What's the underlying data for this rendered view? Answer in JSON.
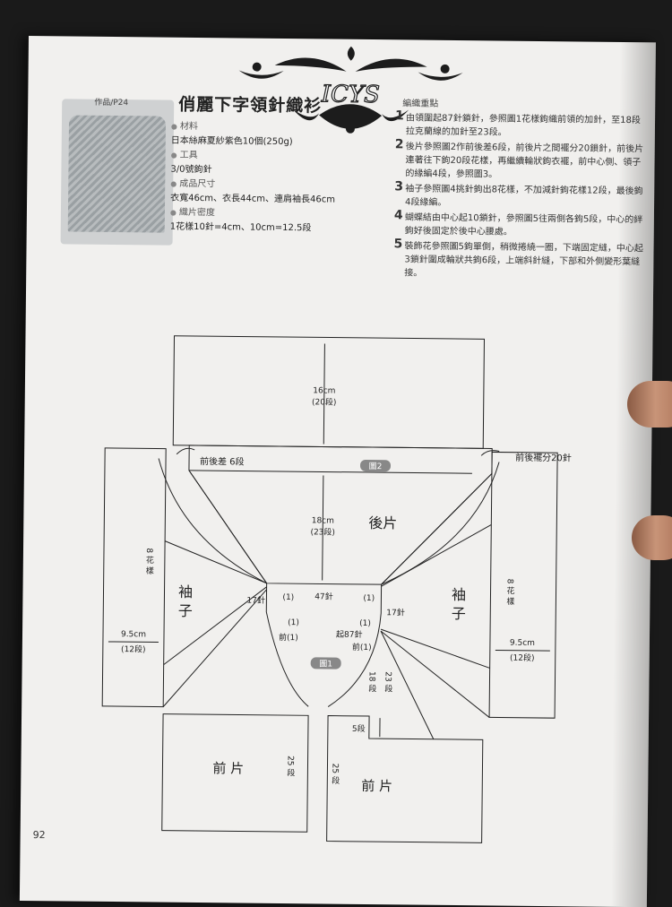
{
  "header": {
    "ornament_text": "ICYS",
    "title": "俏麗下字領針織衫",
    "thumb_label": "作品/P24",
    "steps_heading": "編織重點"
  },
  "specs": {
    "materials_label": "材料",
    "materials": "日本絲麻夏紗紫色10個(250g)",
    "tools_label": "工具",
    "tools": "3/0號鉤針",
    "size_label": "成品尺寸",
    "size": "衣寬46cm、衣長44cm、連肩袖長46cm",
    "gauge_label": "織片密度",
    "gauge": "1花樣10針=4cm、10cm=12.5段"
  },
  "steps": [
    {
      "num": "1",
      "text": "由領圍起87針鎖針，參照圖1花樣鉤織前領的加針，至18段拉克蘭線的加針至23段。"
    },
    {
      "num": "2",
      "text": "後片參照圖2作前後差6段，前後片之間襬分20鎖針，前後片連著往下鉤20段花樣，再繼續輪狀鉤衣襬，前中心側、領子的緣編4段，參照圖3。"
    },
    {
      "num": "3",
      "text": "袖子參照圖4挑針鉤出8花樣，不加減針鉤花樣12段，最後鉤4段緣編。"
    },
    {
      "num": "4",
      "text": "蝴蝶結由中心起10鎖針，參照圖5往兩側各鉤5段，中心的絆鉤好後固定於後中心腰處。"
    },
    {
      "num": "5",
      "text": "裝飾花參照圖5鉤單側，稍微捲繞一圈，下端固定縫，中心起3鎖針圍成輪狀共鉤6段，上端斜針縫，下部和外側變形葉縫接。"
    }
  ],
  "diagram": {
    "top_height": "16cm",
    "top_rows": "(20段)",
    "front_back_diff": "前後差 6段",
    "fig2": "圖2",
    "front_back_gap": "前後襬分20針",
    "back_height": "18cm",
    "back_rows": "(23段)",
    "back_label": "後片",
    "sleeve_flowers": "8 花 樣",
    "sleeve_label": "袖 子",
    "sleeve_width": "9.5cm",
    "sleeve_width_rows": "(12段)",
    "neck_stitches": "47針",
    "side_stitches": "17針",
    "one": "(1)",
    "front": "前(1)",
    "start_87": "起87針",
    "fig1": "圖1",
    "rows_18": "18 段",
    "rows_23": "23 段",
    "rows_5": "5段",
    "rows_25": "25 段",
    "front_label": "前 片"
  },
  "page_number": "92"
}
